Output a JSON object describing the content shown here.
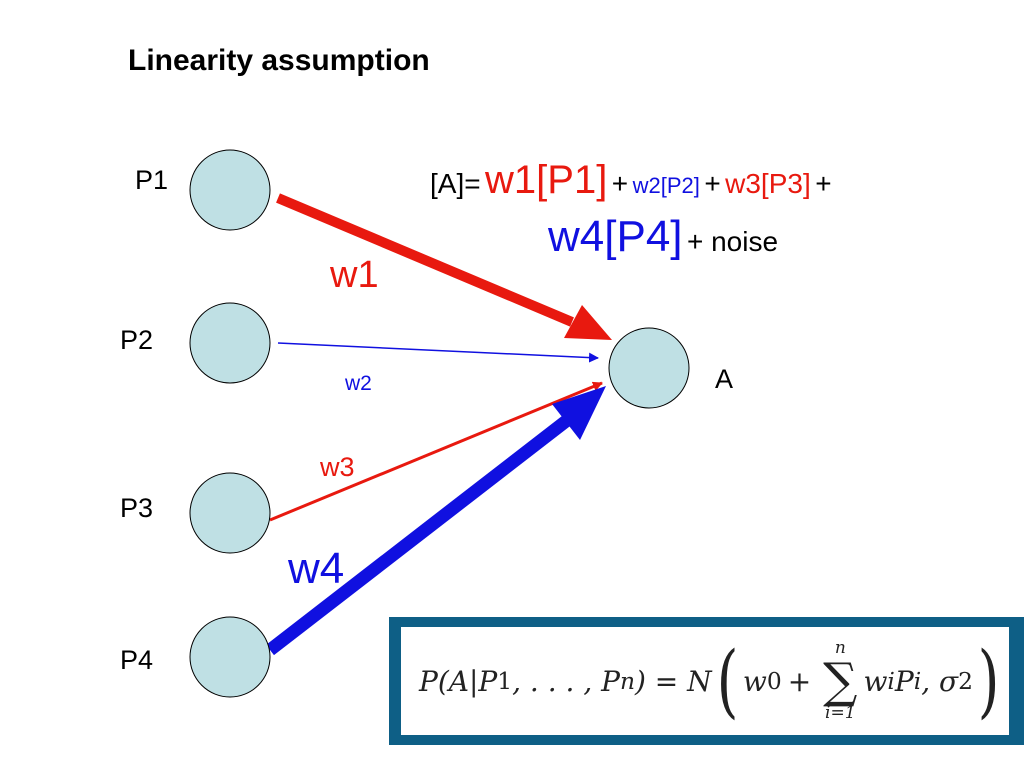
{
  "title": "Linearity assumption",
  "nodes": {
    "p1": "P1",
    "p2": "P2",
    "p3": "P3",
    "p4": "P4",
    "a": "A"
  },
  "edges": {
    "w1": {
      "label": "w1",
      "color": "#e8190f"
    },
    "w2": {
      "label": "w2",
      "color": "#1010e0"
    },
    "w3": {
      "label": "w3",
      "color": "#e8190f"
    },
    "w4": {
      "label": "w4",
      "color": "#1010e0"
    }
  },
  "equation": {
    "lhs": "[A]=",
    "t1": "w1[P1]",
    "plus1": "+",
    "t2": "w2[P2]",
    "plus2": "+",
    "t3": "w3[P3]",
    "plus3": "+",
    "t4": "w4[P4]",
    "tail": "+ noise"
  },
  "formula": {
    "lhs": "P(A|P",
    "sub1": "1",
    "mid": ", . . . , P",
    "subn": "n",
    "eqN": ") = N",
    "w0": "w",
    "sub0": "0",
    "plus": "+",
    "sum_upper": "n",
    "sum_lower": "i=1",
    "term": "w",
    "termsub": "i",
    "termP": "P",
    "termPsub": "i",
    "sigma": ", σ",
    "sup2": "2"
  },
  "colors": {
    "node_fill": "#bfe0e4",
    "formula_bg": "#0e5f86"
  }
}
